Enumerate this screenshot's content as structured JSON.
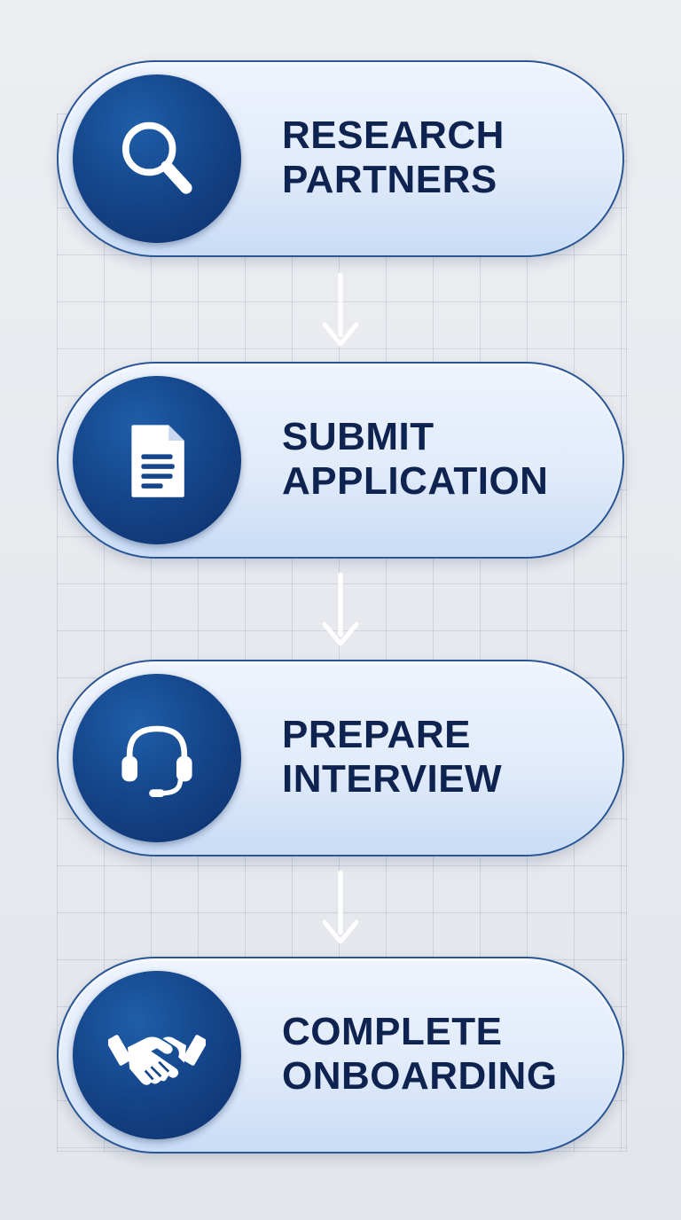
{
  "steps": [
    {
      "line1": "RESEARCH",
      "line2": "PARTNERS",
      "icon": "magnifier-icon"
    },
    {
      "line1": "SUBMIT",
      "line2": "APPLICATION",
      "icon": "document-icon"
    },
    {
      "line1": "PREPARE",
      "line2": "INTERVIEW",
      "icon": "headset-icon"
    },
    {
      "line1": "COMPLETE",
      "line2": "ONBOARDING",
      "icon": "handshake-icon"
    }
  ],
  "colors": {
    "circle": "#15468b",
    "text": "#0f2350",
    "border": "#2a5696",
    "arrow": "#ffffff"
  }
}
